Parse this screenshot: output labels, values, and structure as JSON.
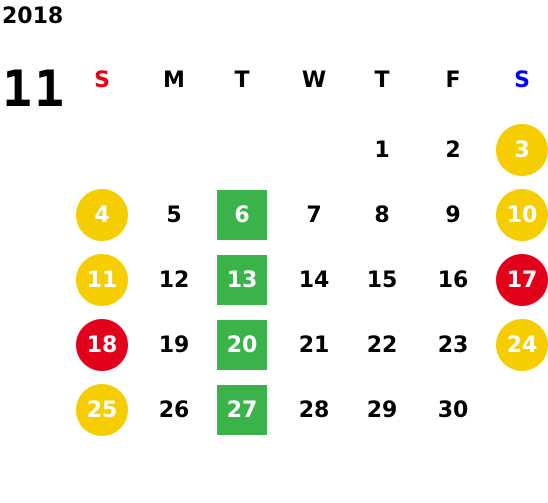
{
  "year": "2018",
  "month": "11",
  "colors": {
    "text": "#000000",
    "sunday_header": "#e60012",
    "saturday_header": "#0000ff",
    "weekend_circle": "#f5cd00",
    "holiday_circle": "#e3001b",
    "tuesday_square": "#3ab34a"
  },
  "weekdays": [
    {
      "label": "S",
      "color": "#e60012"
    },
    {
      "label": "M",
      "color": "#000000"
    },
    {
      "label": "T",
      "color": "#000000"
    },
    {
      "label": "W",
      "color": "#000000"
    },
    {
      "label": "T",
      "color": "#000000"
    },
    {
      "label": "F",
      "color": "#000000"
    },
    {
      "label": "S",
      "color": "#0000ff"
    }
  ],
  "weeks": [
    [
      null,
      null,
      null,
      null,
      {
        "day": "1"
      },
      {
        "day": "2"
      },
      {
        "day": "3",
        "mark": "weekend"
      }
    ],
    [
      {
        "day": "4",
        "mark": "weekend"
      },
      {
        "day": "5"
      },
      {
        "day": "6",
        "mark": "tuesday"
      },
      {
        "day": "7"
      },
      {
        "day": "8"
      },
      {
        "day": "9"
      },
      {
        "day": "10",
        "mark": "weekend"
      }
    ],
    [
      {
        "day": "11",
        "mark": "weekend"
      },
      {
        "day": "12"
      },
      {
        "day": "13",
        "mark": "tuesday"
      },
      {
        "day": "14"
      },
      {
        "day": "15"
      },
      {
        "day": "16"
      },
      {
        "day": "17",
        "mark": "holiday"
      }
    ],
    [
      {
        "day": "18",
        "mark": "holiday"
      },
      {
        "day": "19"
      },
      {
        "day": "20",
        "mark": "tuesday"
      },
      {
        "day": "21"
      },
      {
        "day": "22"
      },
      {
        "day": "23"
      },
      {
        "day": "24",
        "mark": "weekend"
      }
    ],
    [
      {
        "day": "25",
        "mark": "weekend"
      },
      {
        "day": "26"
      },
      {
        "day": "27",
        "mark": "tuesday"
      },
      {
        "day": "28"
      },
      {
        "day": "29"
      },
      {
        "day": "30"
      },
      null
    ]
  ]
}
